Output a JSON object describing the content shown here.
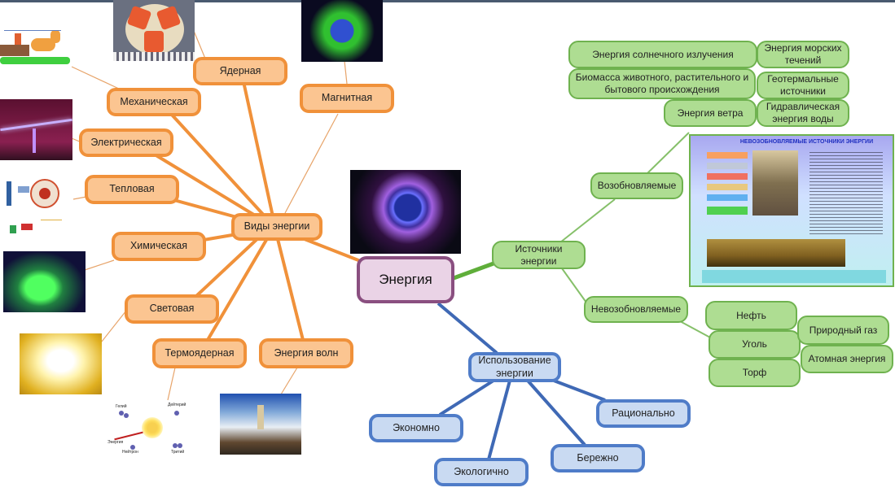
{
  "colors": {
    "types_branch": "#f0913a",
    "sources_branch": "#6fb24f",
    "usage_branch": "#4f7cc8",
    "root_border": "#8a4f80"
  },
  "root": {
    "label": "Энергия",
    "image": "cosmic-energy-swirl"
  },
  "types": {
    "hub": "Виды энергии",
    "items": [
      {
        "label": "Механическая",
        "image": "horse-cart"
      },
      {
        "label": "Ядерная",
        "image": "radiation-symbol"
      },
      {
        "label": "Магнитная",
        "image": "magnetic-field"
      },
      {
        "label": "Электрическая",
        "image": "tesla-lightning"
      },
      {
        "label": "Тепловая",
        "image": "thermal-plant-scheme"
      },
      {
        "label": "Химическая",
        "image": "green-flame-crystal"
      },
      {
        "label": "Световая",
        "image": "bright-light"
      },
      {
        "label": "Термоядерная",
        "image": "fusion-diagram"
      },
      {
        "label": "Энергия волн",
        "image": "waves-lighthouse"
      }
    ],
    "fusion_labels": [
      "Гелий",
      "Дейтерий",
      "Энергия",
      "Нейтрон",
      "Тритий"
    ]
  },
  "sources": {
    "hub": "Источники энергии",
    "renewable": {
      "label": "Возобновляемые",
      "items": [
        "Энергия солнечного излучения",
        "Энергия морских течений",
        "Биомасса животного, растительного и бытового происхождения",
        "Геотермальные источники",
        "Энергия ветра",
        "Гидравлическая энергия воды"
      ]
    },
    "nonrenewable": {
      "label": "Невозобновляемые",
      "items": [
        "Нефть",
        "Уголь",
        "Торф",
        "Природный газ",
        "Атомная энергия"
      ],
      "slide_title": "НЕВОЗОБНОВЛЯЕМЫЕ ИСТОЧНИКИ ЭНЕРГИИ"
    }
  },
  "usage": {
    "hub": "Использование энергии",
    "items": [
      "Экономно",
      "Экологично",
      "Бережно",
      "Рационально"
    ]
  }
}
